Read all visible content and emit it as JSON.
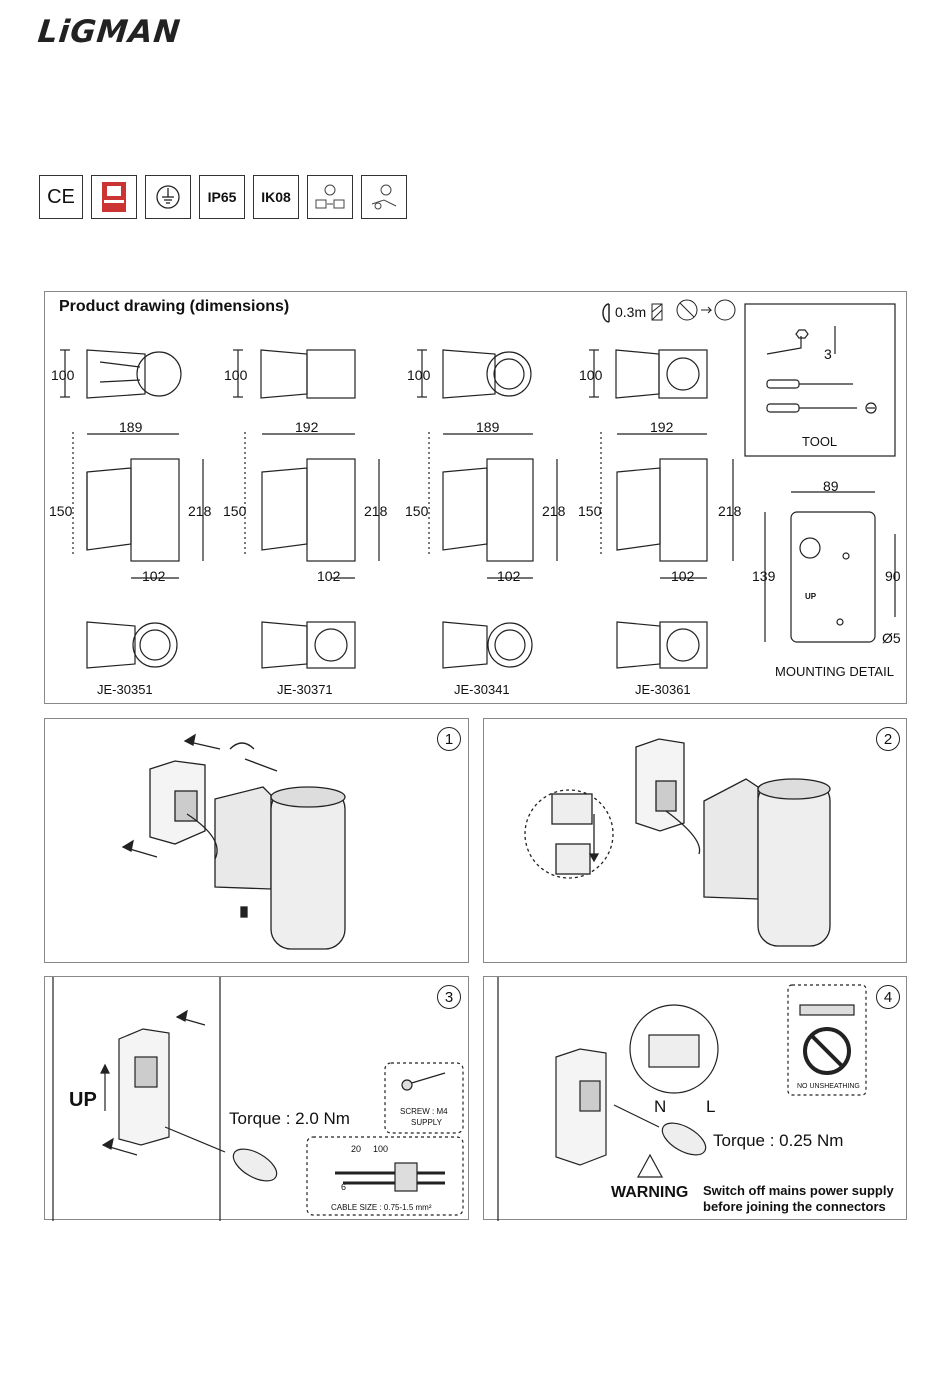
{
  "brand": "LiGMAN",
  "certifications": [
    "CE",
    "QUALITY",
    "earth-icon",
    "IP65",
    "IK08",
    "led-driver-icon",
    "lamp-replace-icon"
  ],
  "product_drawing": {
    "title": "Product drawing (dimensions)",
    "distance_label": "0.3m",
    "side_dims": [
      "100",
      "100",
      "100",
      "100"
    ],
    "widths": [
      "189",
      "192",
      "189",
      "192"
    ],
    "heights_left": [
      "150",
      "150",
      "150",
      "150"
    ],
    "heights_right": [
      "218",
      "218",
      "218",
      "218"
    ],
    "bottoms": [
      "102",
      "102",
      "102",
      "102"
    ],
    "models": [
      "JE-30351",
      "JE-30371",
      "JE-30341",
      "JE-30361"
    ],
    "tool": {
      "label": "TOOL",
      "hex_size": "3"
    },
    "mounting": {
      "label": "MOUNTING DETAIL",
      "width": "89",
      "height": "139",
      "hole_spacing": "90",
      "hole_diameter": "Ø5",
      "up_label": "UP"
    }
  },
  "steps": [
    {
      "number": "1"
    },
    {
      "number": "2"
    },
    {
      "number": "3",
      "up_label": "UP",
      "torque": "Torque : 2.0 Nm",
      "screw_label": "SCREW : M4",
      "screw_sub": "SUPPLY",
      "cable_label": "CABLE SIZE : 0.75-1.5 mm²",
      "dim_a": "20",
      "dim_b": "100",
      "dim_c": "6"
    },
    {
      "number": "4",
      "torque": "Torque : 0.25 Nm",
      "no_unsheathing": "NO UNSHEATHING",
      "n": "N",
      "l": "L",
      "warning": "WARNING",
      "warning_text_1": "Switch off mains power supply",
      "warning_text_2": "before joining the connectors"
    }
  ]
}
